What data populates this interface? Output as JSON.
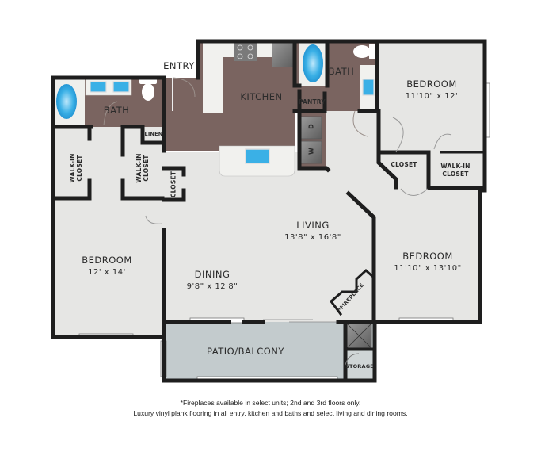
{
  "floorplan": {
    "rooms": {
      "entry": {
        "label": "ENTRY"
      },
      "kitchen": {
        "label": "KITCHEN"
      },
      "pantry": {
        "label": "PANTRY"
      },
      "bath_left": {
        "label": "BATH"
      },
      "bath_right": {
        "label": "BATH"
      },
      "linen": {
        "label": "LINEN"
      },
      "walkin_closet_left_1": {
        "label_line1": "WALK-IN",
        "label_line2": "CLOSET"
      },
      "walkin_closet_left_2": {
        "label_line1": "WALK-IN",
        "label_line2": "CLOSET"
      },
      "closet_small": {
        "label": "CLOSET"
      },
      "bedroom_top_right": {
        "label": "BEDROOM",
        "dimensions": "11'10\" x 12'"
      },
      "closet_right": {
        "label": "CLOSET"
      },
      "walkin_closet_right": {
        "label_line1": "WALK-IN",
        "label_line2": "CLOSET"
      },
      "living": {
        "label": "LIVING",
        "dimensions": "13'8\" x 16'8\""
      },
      "dining": {
        "label": "DINING",
        "dimensions": "9'8\" x 12'8\""
      },
      "bedroom_left": {
        "label": "BEDROOM",
        "dimensions": "12' x 14'"
      },
      "bedroom_bottom_right": {
        "label": "BEDROOM",
        "dimensions": "11'10\" x 13'10\""
      },
      "fireplace": {
        "label": "*FIREPLACE"
      },
      "patio": {
        "label": "PATIO/BALCONY"
      },
      "storage": {
        "label": "STORAGE"
      }
    },
    "appliances": {
      "dryer": {
        "label": "D"
      },
      "washer": {
        "label": "W"
      }
    },
    "colors": {
      "wall": "#1e1e1e",
      "floor_carpet": "#e6e6e4",
      "floor_vinyl": "#7a6460",
      "floor_patio": "#c3cbcd",
      "counter": "#f1f1ee",
      "fixture_blue": "#3ab0e6"
    }
  },
  "footnotes": {
    "line1": "*Fireplaces available in select units; 2nd and 3rd floors only.",
    "line2": "Luxury vinyl plank flooring in all entry, kitchen and baths and select living and dining rooms."
  }
}
